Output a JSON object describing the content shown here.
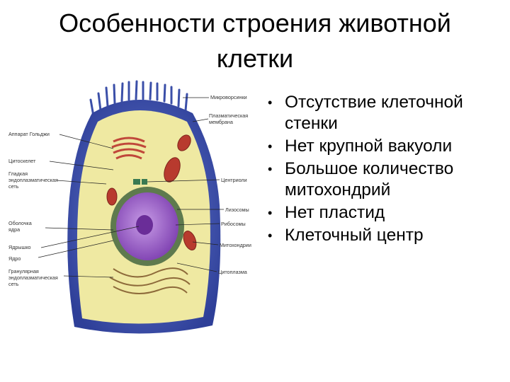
{
  "slide": {
    "title_line1": "Особенности строения животной",
    "title_line2": "клетки"
  },
  "diagram": {
    "labels_left": [
      "Аппарат Гольджи",
      "Цитоскелет",
      "Гладкая",
      "эндоплазматическая",
      "сеть",
      "Оболочка",
      "ядра",
      "Ядрышко",
      "Ядро",
      "Гранулярная",
      "эндоплазматическая",
      "сеть"
    ],
    "labels_right": [
      "Микроворсинки",
      "Плазматическая",
      "мембрана",
      "Центриоли",
      "Лизосомы",
      "Рибосомы",
      "Митохондрии",
      "Цитоплазма"
    ]
  },
  "bullets": [
    "Отсутствие клеточной стенки",
    "Нет крупной вакуоли",
    "Большое количество митохондрий",
    "Нет пластид",
    "Клеточный центр"
  ],
  "colors": {
    "membrane_blue": "#3f55b8",
    "cytoplasm": "#efe9a2",
    "nucleus": "#9c5ac8",
    "mitochondria": "#b83a2e"
  }
}
